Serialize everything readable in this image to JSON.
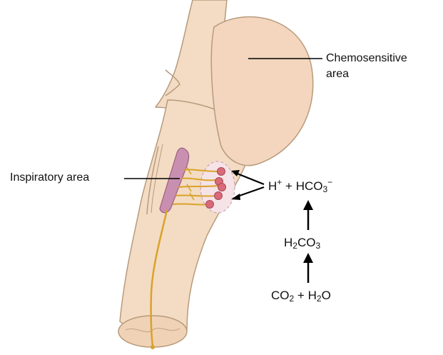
{
  "labels": {
    "chemosensitive_line1": "Chemosensitive",
    "chemosensitive_line2": "area",
    "inspiratory": "Inspiratory area"
  },
  "equations": {
    "top": {
      "a": "H",
      "a_sup": "+",
      "plus": "+",
      "b": "HCO",
      "b_sub": "3",
      "b_sup": "−"
    },
    "middle": {
      "a": "H",
      "a_sub": "2",
      "b": "CO",
      "b_sub": "3"
    },
    "bottom": {
      "a": "CO",
      "a_sub": "2",
      "plus": "+",
      "b": "H",
      "b_sub": "2",
      "c": "O"
    }
  },
  "colors": {
    "brainstem_fill": "#f3dcc3",
    "brainstem_stroke": "#b89a7c",
    "nerve_fiber": "#d9a22a",
    "neuron_body": "#d86a7a",
    "inspiratory_band": "#c98fb0",
    "arrow": "#000000"
  }
}
